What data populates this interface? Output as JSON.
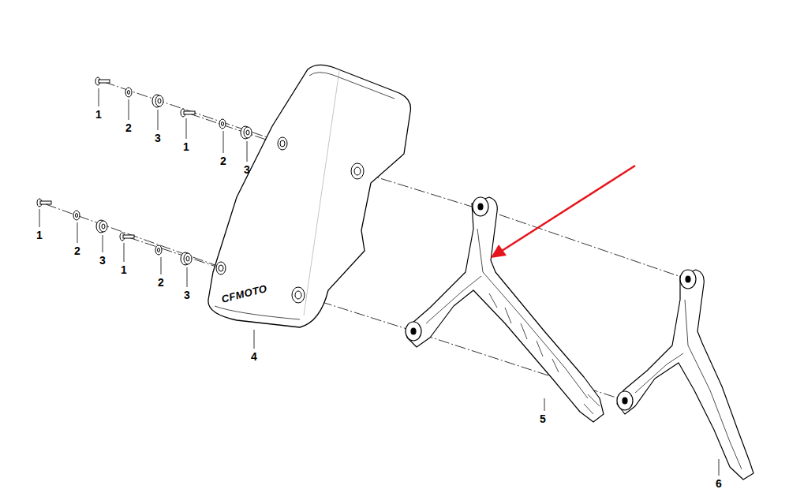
{
  "diagram": {
    "labels": [
      "1",
      "2",
      "3",
      "1",
      "2",
      "3",
      "1",
      "2",
      "3",
      "1",
      "2",
      "3",
      "4",
      "5",
      "6",
      "CFMOTO"
    ]
  }
}
